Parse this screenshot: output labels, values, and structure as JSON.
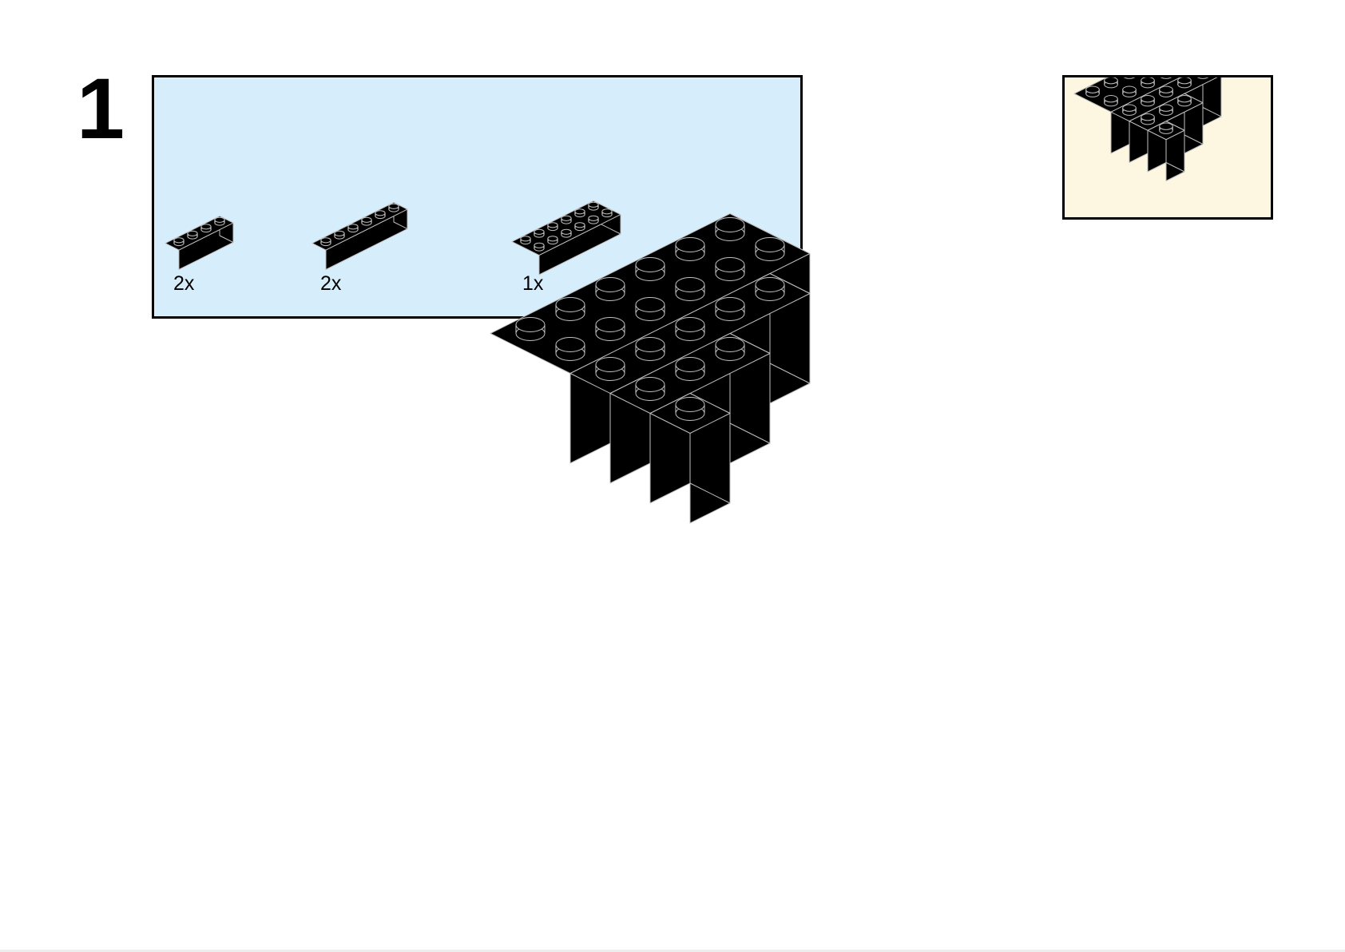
{
  "step": {
    "number": "1"
  },
  "colors": {
    "parts_background": "#d6edfb",
    "preview_background": "#fdf6e0",
    "brick": "#000000",
    "brick_edge": "#bfbfbf"
  },
  "parts_list": [
    {
      "quantity": "2x",
      "part": "brick-1x4-black"
    },
    {
      "quantity": "2x",
      "part": "brick-1x6-black"
    },
    {
      "quantity": "1x",
      "part": "brick-2x6-black"
    }
  ],
  "icons": {
    "main": "assembled-model-icon",
    "preview": "model-preview-icon"
  }
}
